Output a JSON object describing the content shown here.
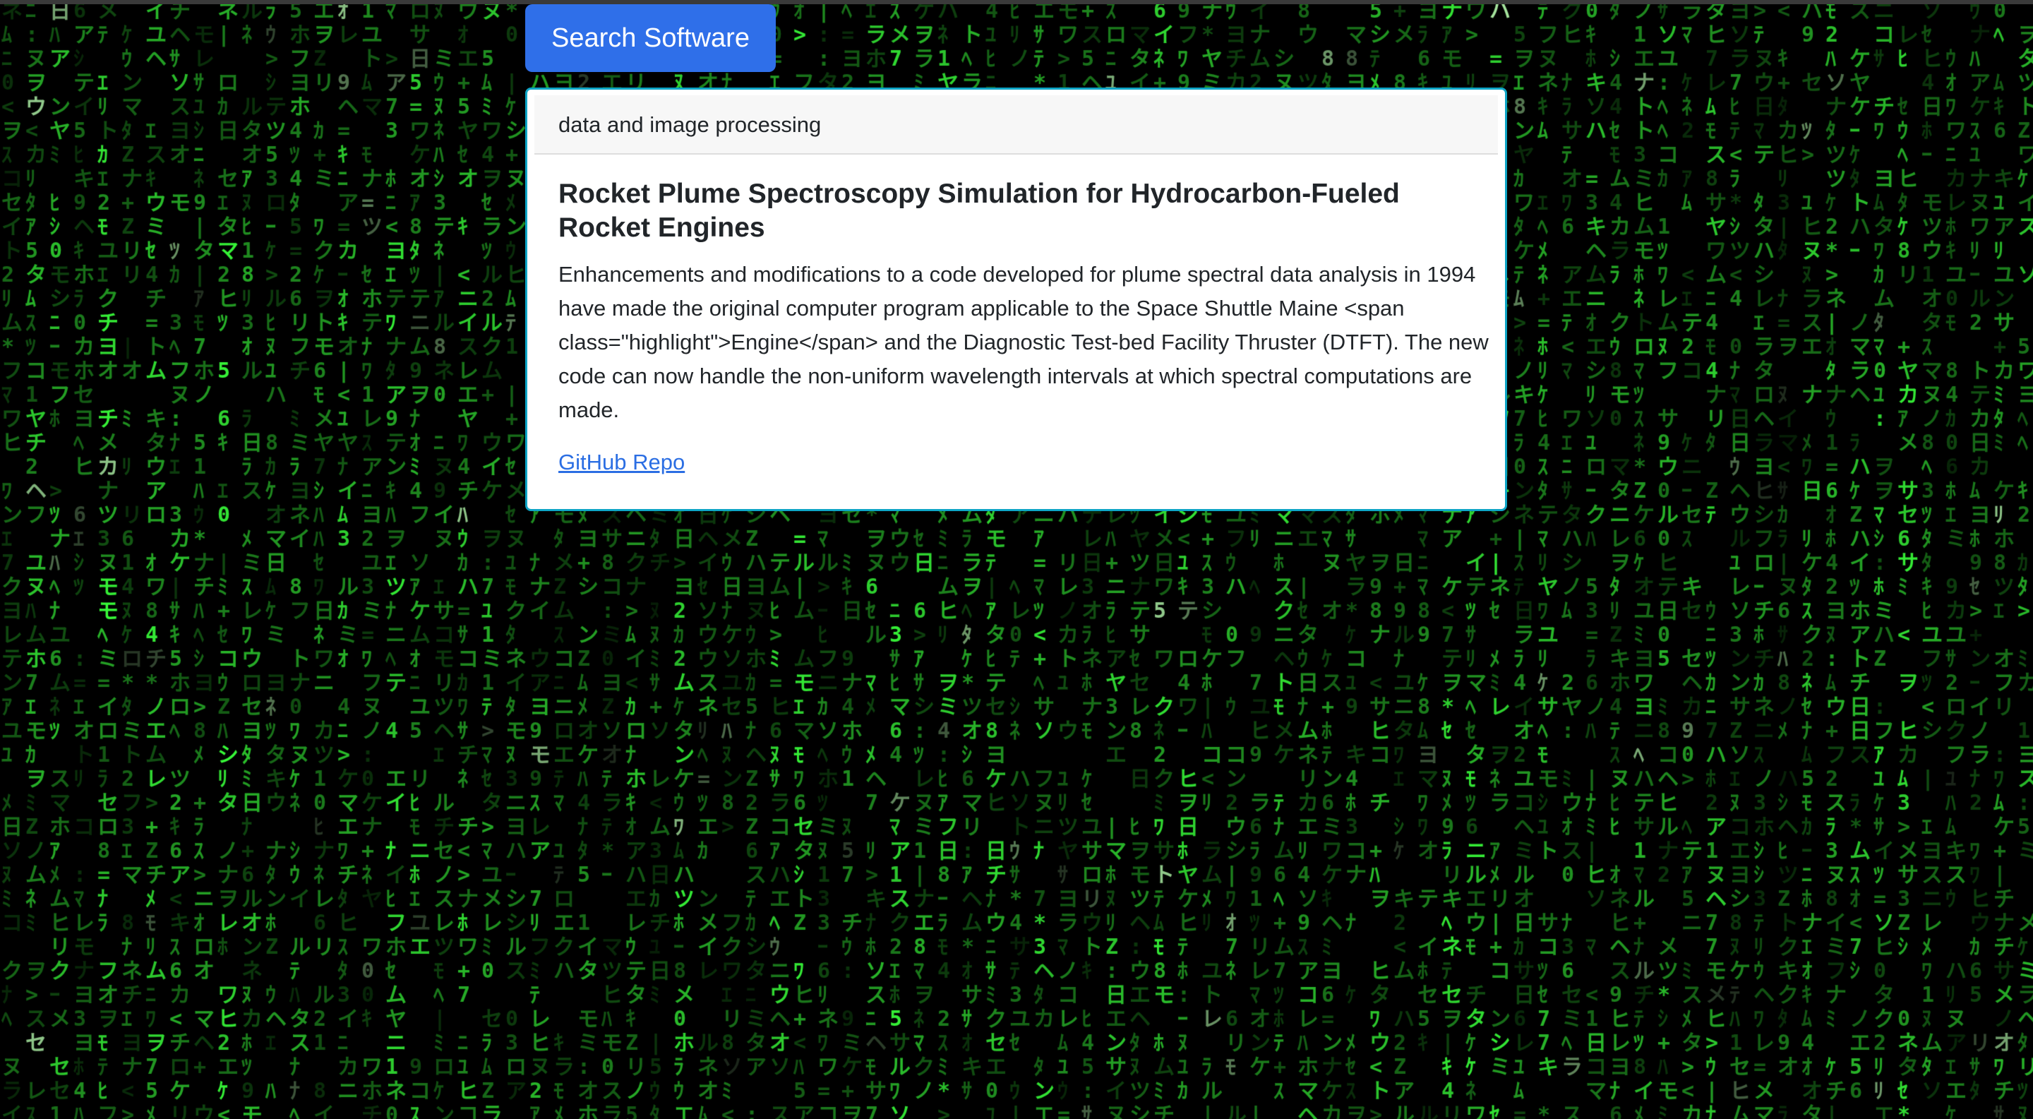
{
  "toolbar": {
    "search_button_label": "Search Software"
  },
  "result": {
    "header": "data and image processing",
    "title": "Rocket Plume Spectroscopy Simulation for Hydrocarbon-Fueled Rocket Engines",
    "description": "Enhancements and modifications to a code developed for plume spectral data analysis in 1994 have made the original computer program applicable to the Space Shuttle Maine <span class=\"highlight\">Engine</span> and the Diagnostic Test-bed Facility Thruster (DTFT). The new code can now handle the non-uniform wavelength intervals at which spectral computations are made.",
    "link_label": "GitHub Repo"
  },
  "background": {
    "style": "matrix-digital-rain",
    "glyph_color": "#39ff3a",
    "bright_glyph_color": "#b8ffb0",
    "background_color": "#000000"
  },
  "colors": {
    "button": "#2f6fe9",
    "card_border": "#0ea5c6",
    "link": "#2b6ee3"
  }
}
